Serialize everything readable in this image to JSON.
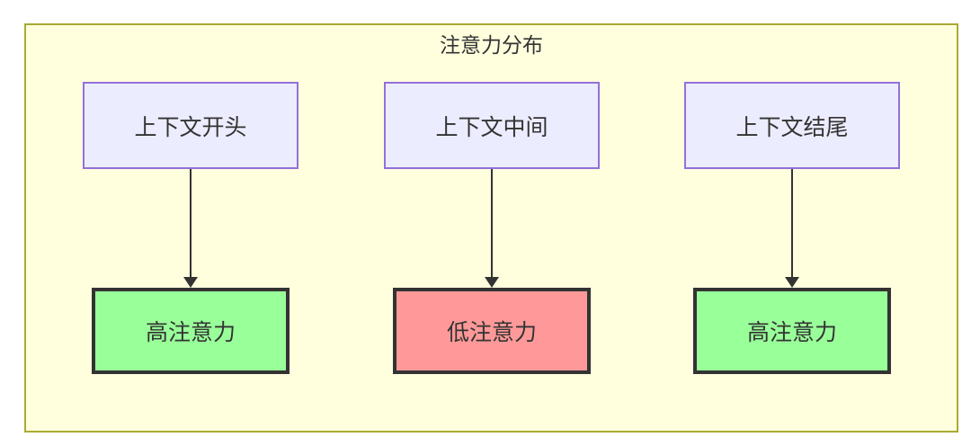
{
  "diagram": {
    "title": "注意力分布",
    "columns": [
      {
        "source": {
          "label": "上下文开头"
        },
        "target": {
          "label": "高注意力",
          "level": "high"
        }
      },
      {
        "source": {
          "label": "上下文中间"
        },
        "target": {
          "label": "低注意力",
          "level": "low"
        }
      },
      {
        "source": {
          "label": "上下文结尾"
        },
        "target": {
          "label": "高注意力",
          "level": "high"
        }
      }
    ],
    "colors": {
      "cluster_background": "#ffffde",
      "cluster_border": "#aaaa33",
      "source_node_background": "#ececff",
      "source_node_border": "#9370db",
      "high_attention_background": "#99ff99",
      "low_attention_background": "#ff9999",
      "target_node_border": "#333333",
      "arrow": "#333333",
      "text": "#333333"
    }
  }
}
